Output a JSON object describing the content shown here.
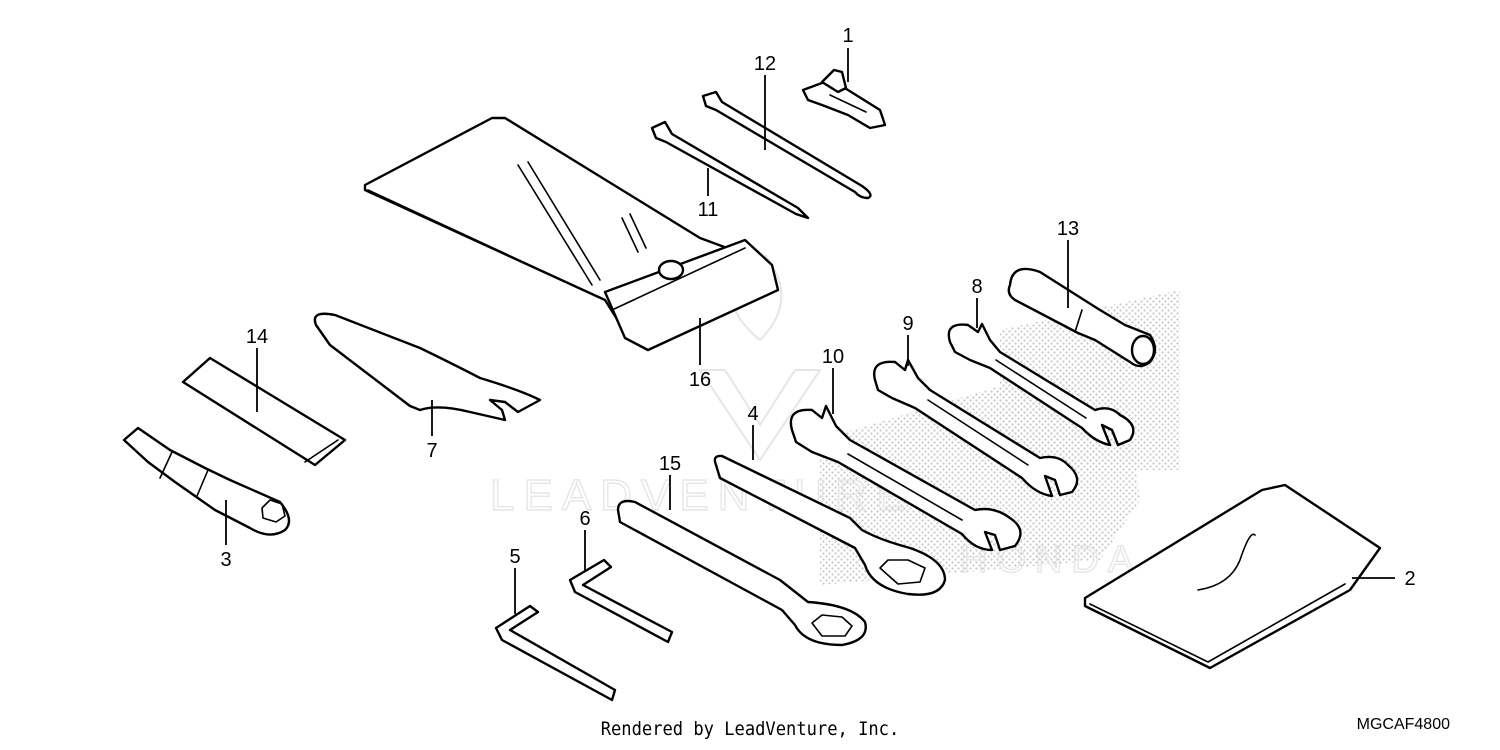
{
  "diagram": {
    "callouts": [
      "1",
      "2",
      "3",
      "4",
      "5",
      "6",
      "7",
      "8",
      "9",
      "10",
      "11",
      "12",
      "13",
      "14",
      "15",
      "16"
    ],
    "watermark": "LEADVENTURE",
    "brand_watermark": "HONDA"
  },
  "footer": {
    "credit": "Rendered by LeadVenture, Inc.",
    "code": "MGCAF4800"
  }
}
